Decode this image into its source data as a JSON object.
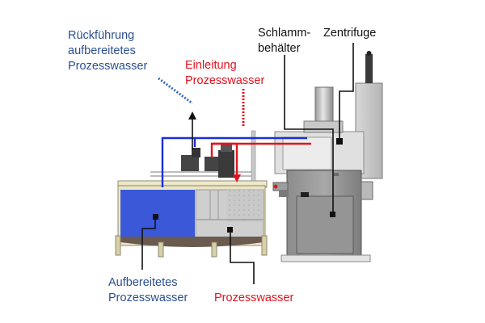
{
  "labels": {
    "rueckfuehrung": [
      "Rückführung",
      "aufbereitetes",
      "Prozesswasser"
    ],
    "einleitung": [
      "Einleitung",
      "Prozesswasser"
    ],
    "schlammbehaelter": [
      "Schlamm-",
      "behälter"
    ],
    "zentrifuge": "Zentrifuge",
    "aufbereitetes": [
      "Aufbereitetes",
      "Prozesswasser"
    ],
    "prozesswasser": "Prozesswasser"
  },
  "colors": {
    "clean_water": "#3a58d8",
    "return_label": "#2b4f93",
    "feed_line": "#e2141e",
    "callout": "#111111"
  }
}
